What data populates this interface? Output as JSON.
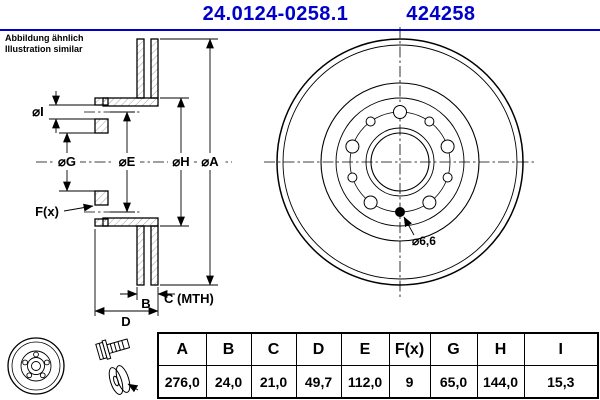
{
  "header": {
    "part_number": "24.0124-0258.1",
    "ref_number": "424258",
    "accent_color": "#0000C8"
  },
  "note": {
    "line1": "Abbildung ähnlich",
    "line2": "Illustration similar"
  },
  "drawing": {
    "dimension_labels": {
      "i": "⌀I",
      "g": "⌀G",
      "e": "⌀E",
      "h": "⌀H",
      "a": "⌀A",
      "f": "F(x)",
      "b": "B",
      "c": "C (MTH)",
      "d": "D"
    },
    "callouts": {
      "screw_hole": "⌀6,6"
    },
    "line_color": "#000000"
  },
  "spec_table": {
    "headers": [
      "A",
      "B",
      "C",
      "D",
      "E",
      "F(x)",
      "G",
      "H",
      "I"
    ],
    "values": [
      "276,0",
      "24,0",
      "21,0",
      "49,7",
      "112,0",
      "9",
      "65,0",
      "144,0",
      "15,3"
    ]
  },
  "icons": [
    "brake-disc-icon",
    "mounting-bolt-icon",
    "disc-mount-icon"
  ]
}
